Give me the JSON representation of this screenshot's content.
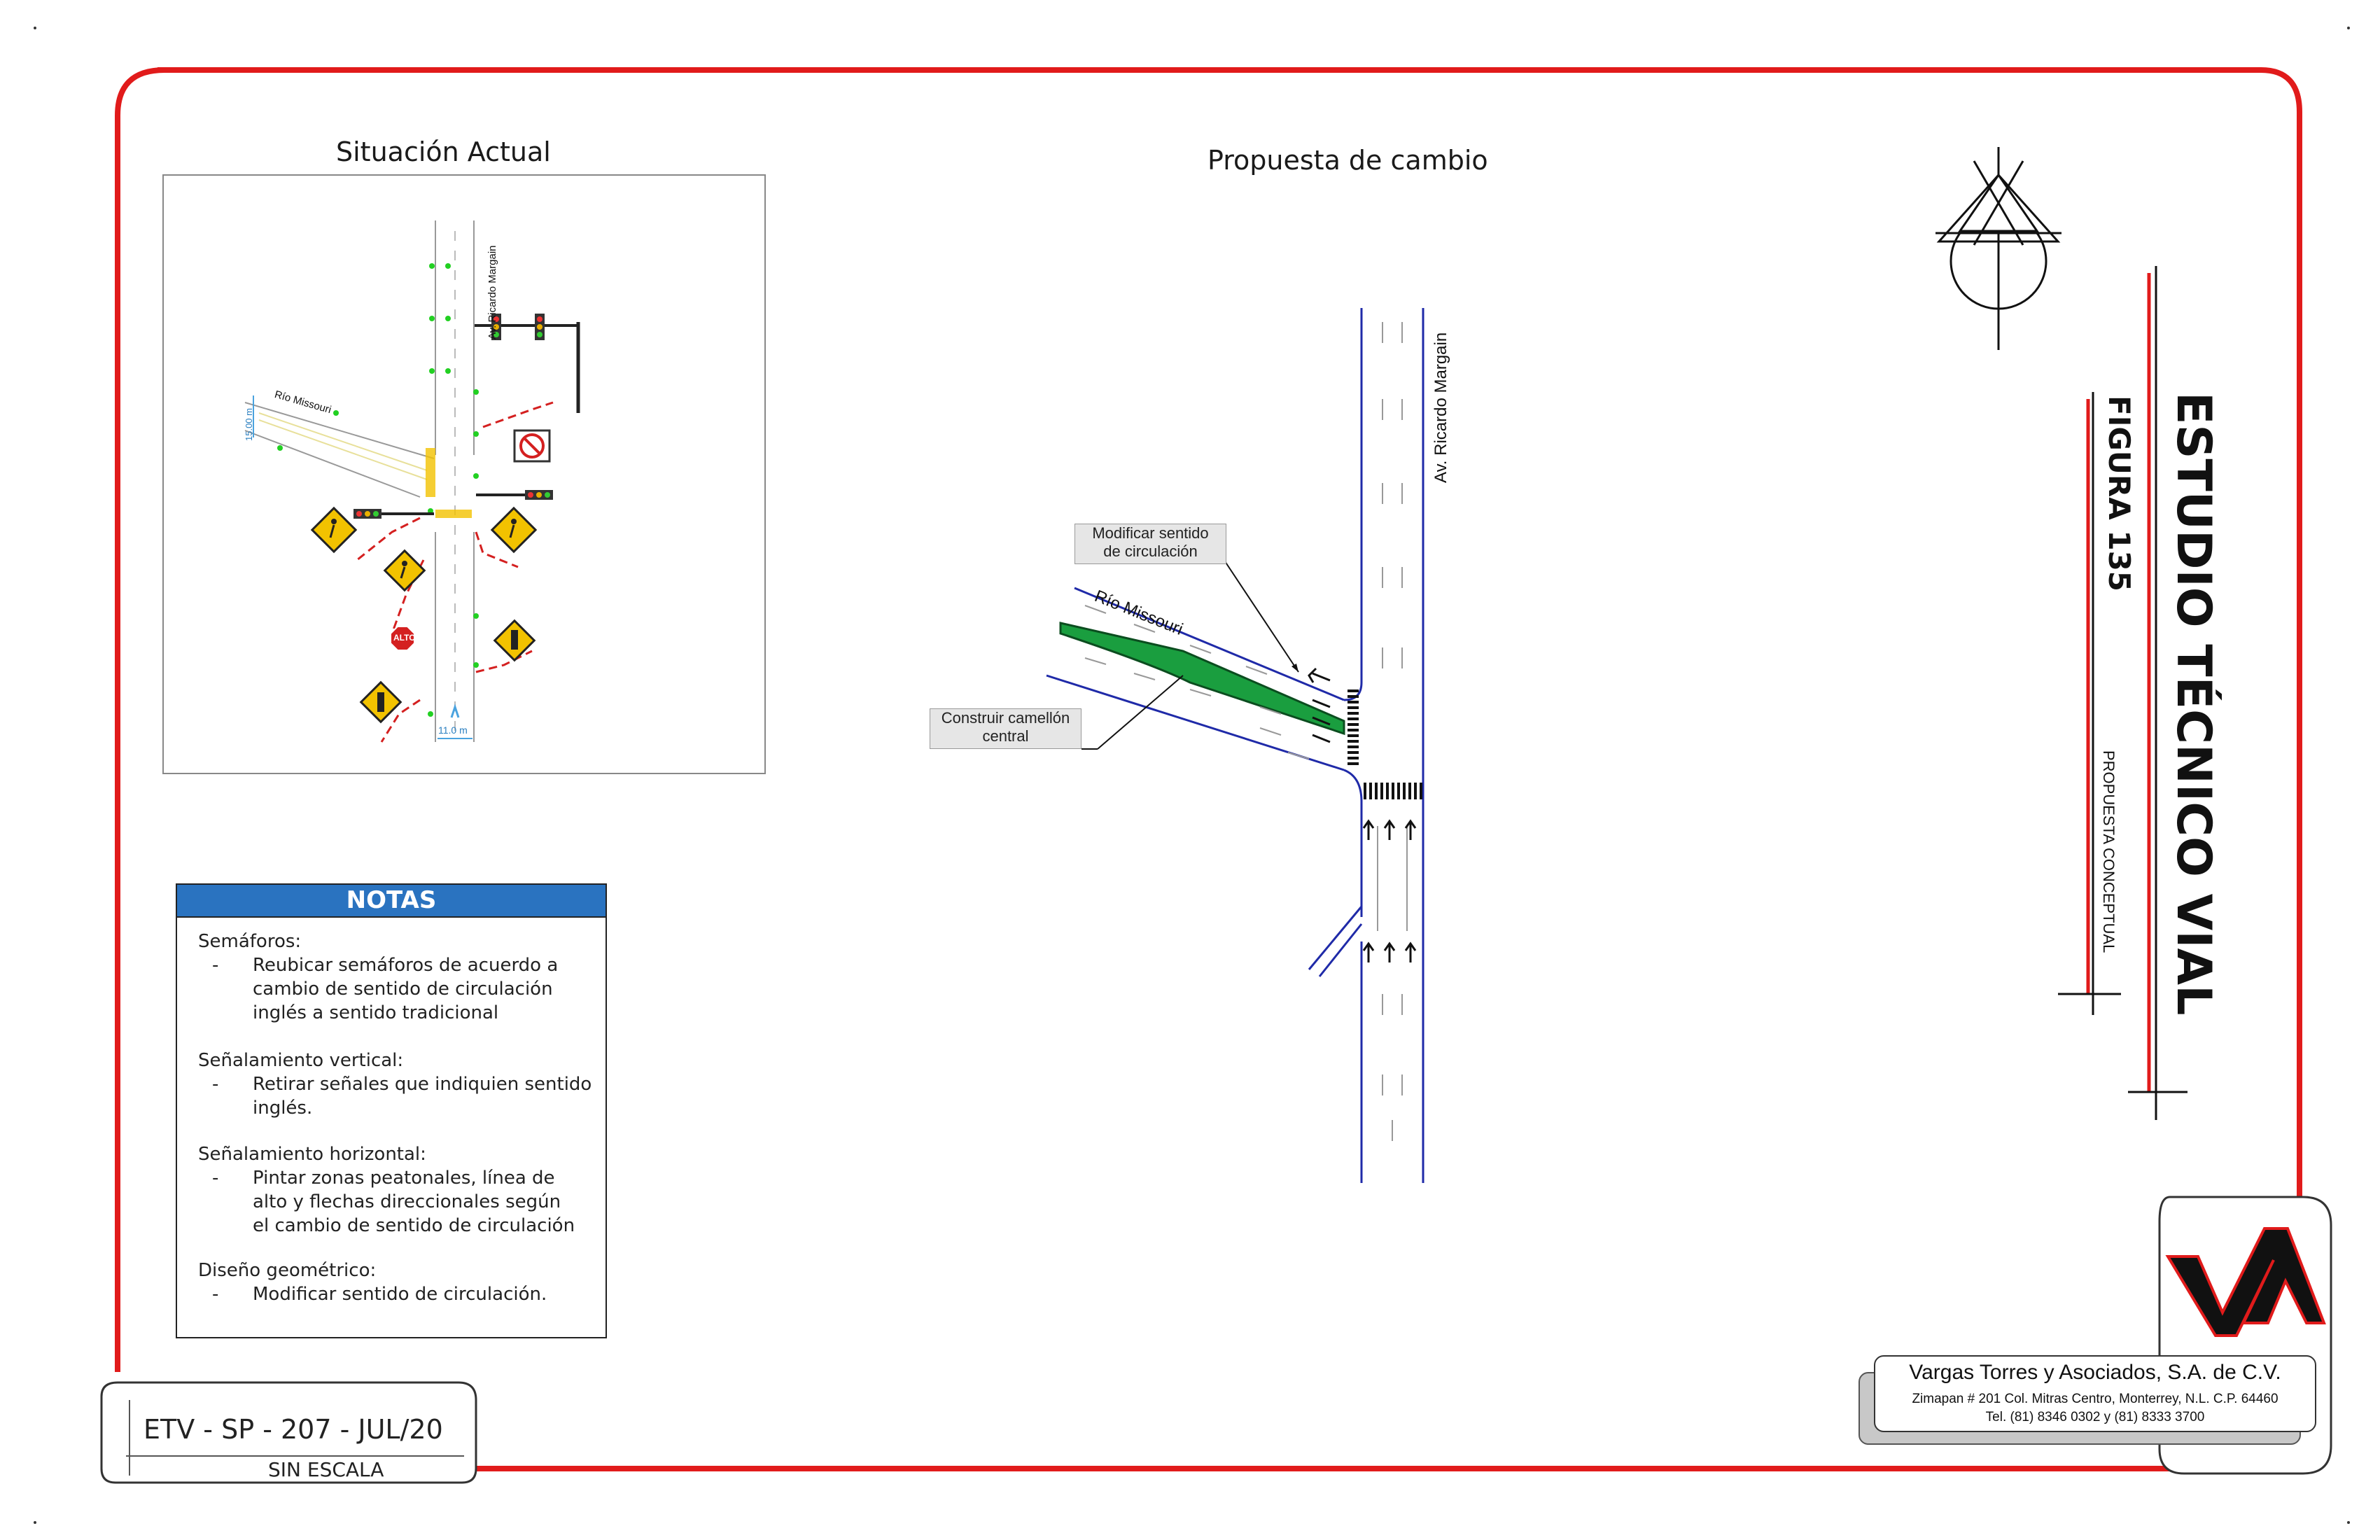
{
  "sections": {
    "current_title": "Situación Actual",
    "proposal_title": "Propuesta de cambio"
  },
  "current_plan": {
    "street_vertical": "Av. Ricardo Margain",
    "street_diagonal": "Río Missouri",
    "dim_left": "15.00 m",
    "dim_bottom": "11.0 m",
    "stop_sign": "ALTO"
  },
  "proposal_plan": {
    "street_vertical": "Av. Ricardo Margain",
    "street_diagonal": "Río Missouri",
    "callout_top": [
      "Modificar  sentido",
      "de circulación"
    ],
    "callout_bottom": [
      "Construir camellón",
      "central"
    ]
  },
  "notes": {
    "header": "NOTAS",
    "sections": [
      {
        "title": "Semáforos:",
        "items": [
          "Reubicar semáforos de acuerdo a",
          "cambio de sentido de circulación",
          "inglés a sentido tradicional"
        ]
      },
      {
        "title": "Señalamiento vertical:",
        "items": [
          "Retirar señales que indiquien sentido",
          "inglés."
        ]
      },
      {
        "title": "Señalamiento horizontal:",
        "items": [
          "Pintar zonas peatonales, línea de",
          "alto y flechas direccionales según",
          "el cambio de sentido de circulación"
        ]
      },
      {
        "title": "Diseño geométrico:",
        "items": [
          "Modificar sentido de circulación."
        ]
      }
    ]
  },
  "code_block": {
    "code": "ETV - SP - 207 - JUL/20",
    "scale": "SIN ESCALA"
  },
  "title_block": {
    "main": "ESTUDIO TÉCNICO VIAL",
    "figure": "FIGURA 135",
    "subtitle": "PROPUESTA CONCEPTUAL"
  },
  "company": {
    "name": "Vargas Torres y Asociados, S.A. de C.V.",
    "address": "Zimapan # 201 Col. Mitras Centro, Monterrey, N.L. C.P. 64460",
    "phone": "Tel. (81) 8346 0302  y  (81) 8333 3700"
  },
  "colors": {
    "border": "#e11b1b",
    "road_line": "#1f2aa8",
    "median": "#1a9e3f",
    "notes_header": "#2a73c0",
    "signal_green": "#22d022",
    "warning_yellow": "#f2c200"
  },
  "icons": [
    "north-arrow-icon",
    "company-logo-icon",
    "traffic-light-icon",
    "pedestrian-sign-icon",
    "stop-sign-icon",
    "no-turn-sign-icon"
  ]
}
